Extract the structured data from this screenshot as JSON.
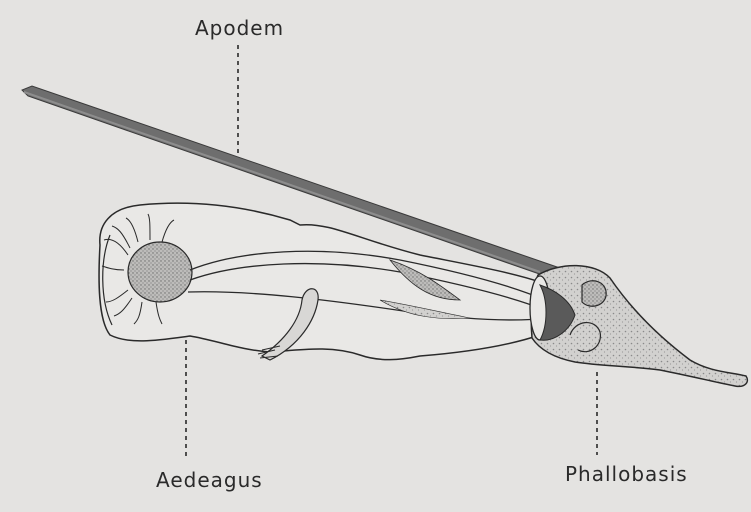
{
  "labels": {
    "apodem": "Apodem",
    "aedeagus": "Aedeagus",
    "phallobasis": "Phallobasis"
  },
  "colors": {
    "background": "#e4e3e1",
    "ink": "#2a2a2a",
    "rod": "#6e6e6e",
    "stipple": "#9c9c9c"
  }
}
